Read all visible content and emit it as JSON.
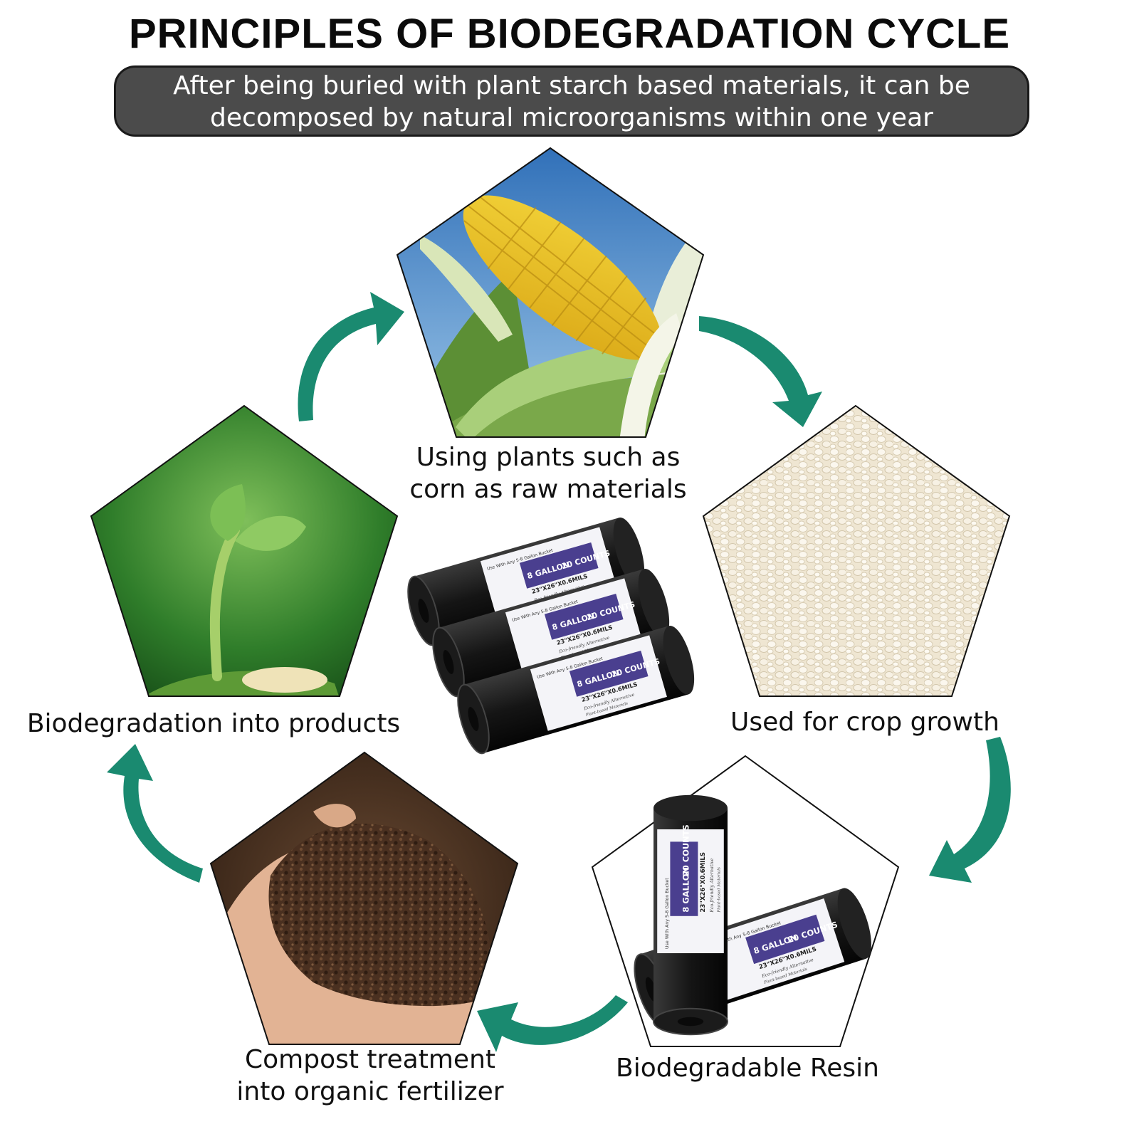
{
  "title": "PRINCIPLES OF BIODEGRADATION CYCLE",
  "banner": {
    "line1": "After being buried with plant starch based materials,  it can be",
    "line2": "decomposed by natural microorganisms within one year"
  },
  "colors": {
    "arrow": "#1a8a70",
    "arrow_light": "#26a586",
    "banner_bg": "#4b4b4b",
    "package_label": "#4a3f8f"
  },
  "stages": {
    "corn": {
      "line1": "Using plants such as",
      "line2": "corn as raw materials",
      "icon": "corn-cob-image"
    },
    "granules": {
      "line1": "Used for crop growth",
      "icon": "white-granules-image"
    },
    "resin": {
      "line1": "Biodegradable Resin",
      "icon": "trash-bag-rolls-image"
    },
    "compost": {
      "line1": "Compost treatment",
      "line2": "into organic fertilizer",
      "icon": "soil-in-hand-image"
    },
    "sprout": {
      "line1": "Biodegradation into products",
      "icon": "seedling-sprout-image"
    }
  },
  "product": {
    "capacity": "8",
    "capacity_unit": "GALLON",
    "count": "20",
    "count_unit": "COUNTS",
    "size": "23\"X26\"X0.6MILS",
    "tagline": "Eco-friendly Alternative",
    "material": "Plant-based Materials",
    "fit_note": "Use With Any 5-8 Gallon Bucket"
  }
}
